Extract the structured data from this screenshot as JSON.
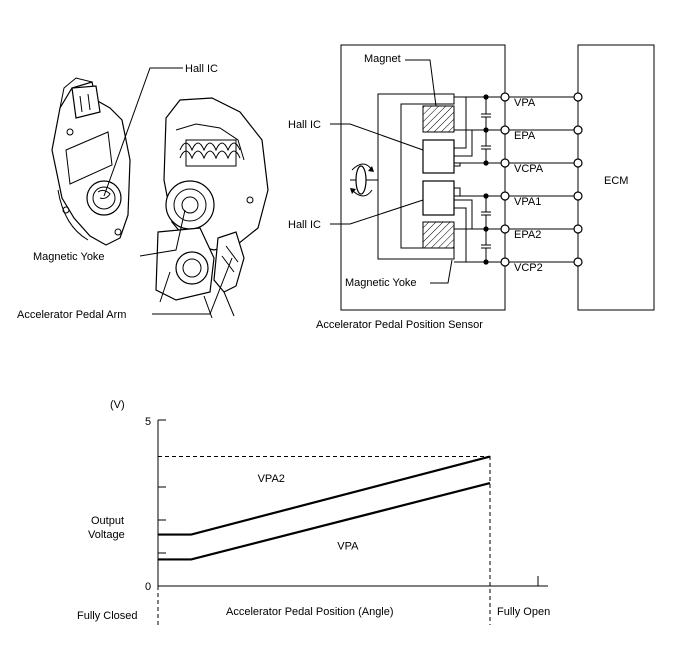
{
  "left_figure": {
    "hall_ic": "Hall IC",
    "magnetic_yoke": "Magnetic Yoke",
    "pedal_arm": "Accelerator Pedal Arm"
  },
  "schematic": {
    "magnet": "Magnet",
    "hall_ic_1": "Hall IC",
    "hall_ic_2": "Hall IC",
    "magnetic_yoke": "Magnetic Yoke",
    "sensor_caption": "Accelerator Pedal Position Sensor",
    "ecm": "ECM",
    "terminals": [
      "VPA",
      "EPA",
      "VCPA",
      "VPA1",
      "EPA2",
      "VCP2"
    ]
  },
  "chart_data": {
    "type": "line",
    "y_unit": "(V)",
    "ylabel": "Output Voltage",
    "xlabel": "Accelerator Pedal Position (Angle)",
    "x_start_label": "Fully Closed",
    "x_end_label": "Fully Open",
    "yticks": [
      "5",
      "0"
    ],
    "ylim": [
      0,
      5
    ],
    "series": [
      {
        "name": "VPA2",
        "x": [
          0,
          0.1,
          1.0
        ],
        "y": [
          1.55,
          1.55,
          3.9
        ]
      },
      {
        "name": "VPA",
        "x": [
          0,
          0.1,
          1.0
        ],
        "y": [
          0.8,
          0.8,
          3.1
        ]
      }
    ],
    "max_level_dashed": 3.9
  }
}
